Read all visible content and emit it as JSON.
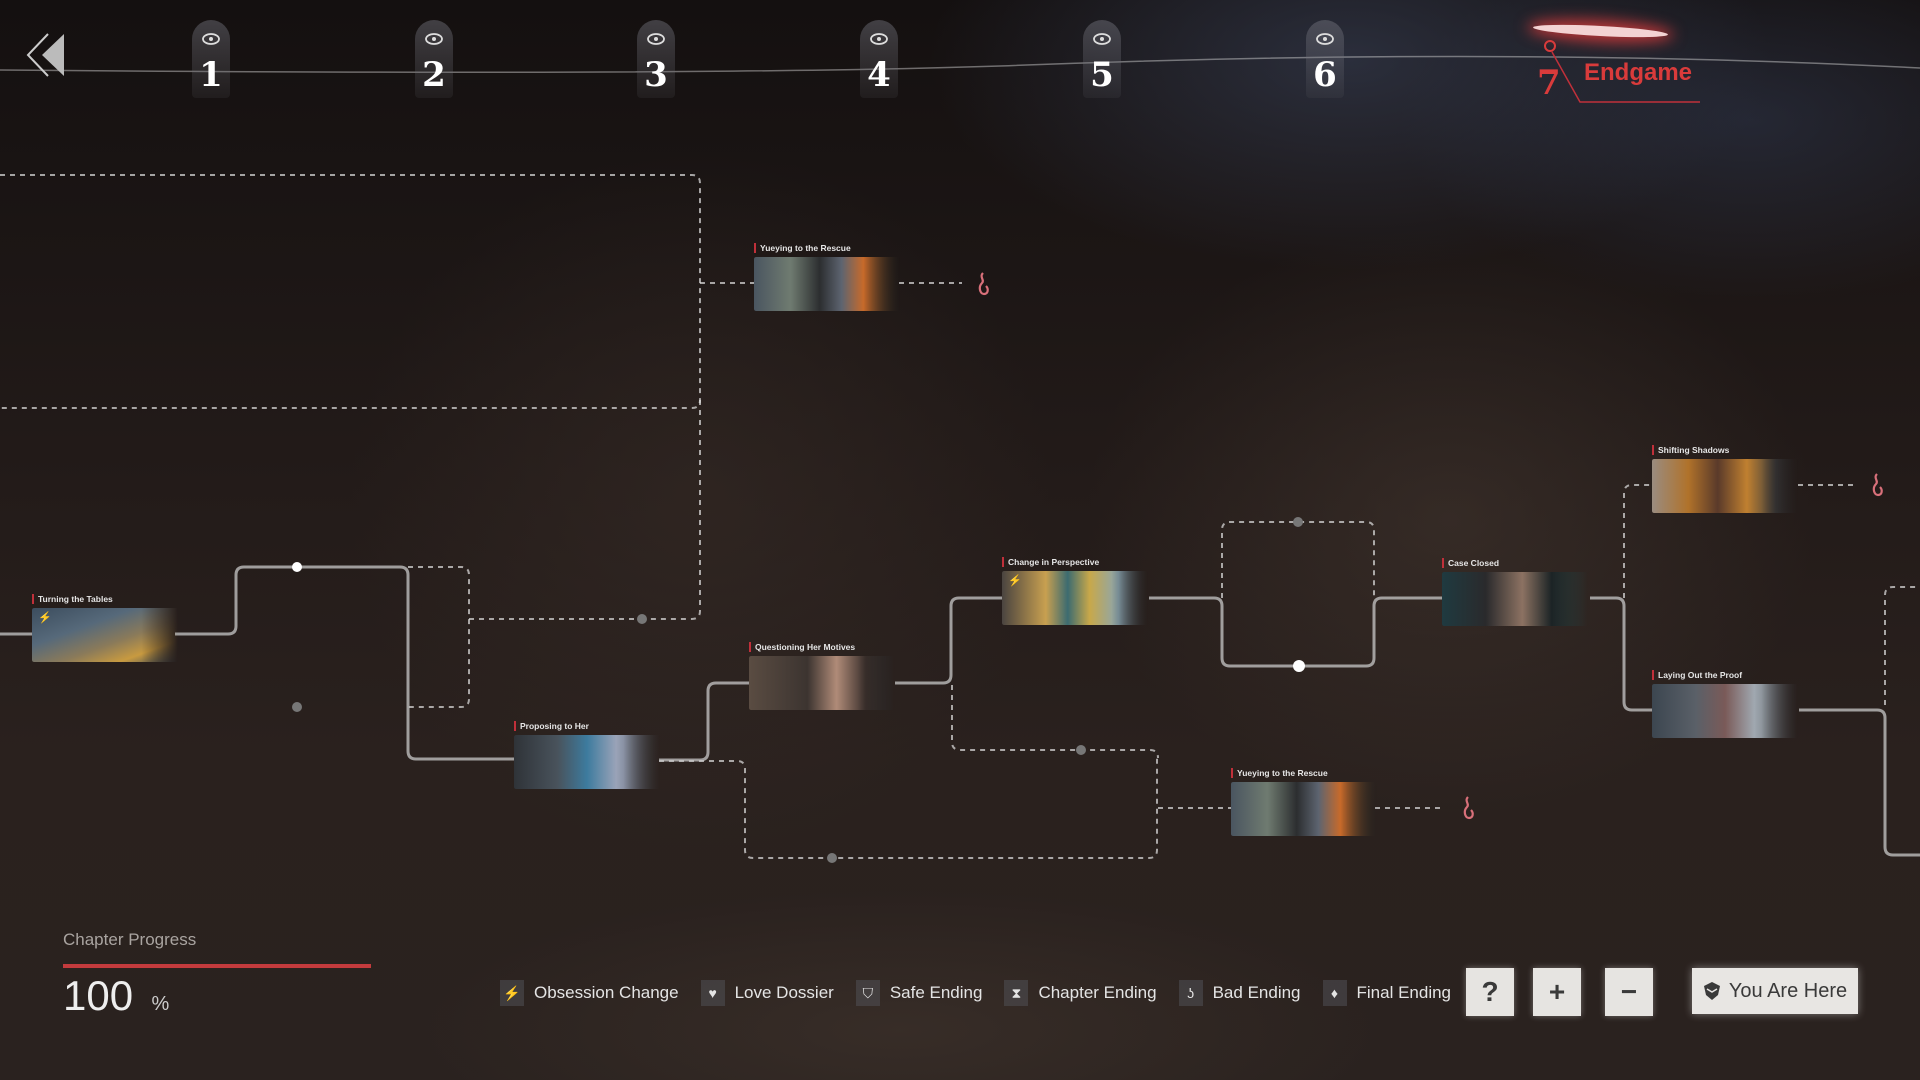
{
  "nav": {
    "back_icon": "double-chevron-left-icon",
    "chapters": [
      {
        "number": "1",
        "icon": "eye-icon"
      },
      {
        "number": "2",
        "icon": "eye-icon"
      },
      {
        "number": "3",
        "icon": "eye-icon"
      },
      {
        "number": "4",
        "icon": "eye-icon"
      },
      {
        "number": "5",
        "icon": "eye-icon"
      },
      {
        "number": "6",
        "icon": "eye-icon"
      }
    ],
    "current_chapter": {
      "number": "7",
      "label": "Endgame",
      "color": "#d93b3b"
    }
  },
  "nodes": [
    {
      "title": "Turning the Tables",
      "badge": "obsession-change-icon"
    },
    {
      "title": "Yueying to the Rescue",
      "badge": ""
    },
    {
      "title": "Proposing to Her",
      "badge": ""
    },
    {
      "title": "Questioning Her Motives",
      "badge": ""
    },
    {
      "title": "Change in Perspective",
      "badge": "obsession-change-icon"
    },
    {
      "title": "Yueying to the Rescue",
      "badge": ""
    },
    {
      "title": "Case Closed",
      "badge": ""
    },
    {
      "title": "Shifting Shadows",
      "badge": ""
    },
    {
      "title": "Laying Out the Proof",
      "badge": ""
    }
  ],
  "endings": [
    {
      "type": "bad-ending-icon"
    },
    {
      "type": "bad-ending-icon"
    },
    {
      "type": "bad-ending-icon"
    }
  ],
  "progress": {
    "label": "Chapter Progress",
    "value": "100",
    "unit": "%",
    "fraction": 1.0,
    "color": "#c33b3d"
  },
  "legend": [
    {
      "icon": "obsession-change-icon",
      "glyph": "⚡",
      "label": "Obsession Change"
    },
    {
      "icon": "love-dossier-icon",
      "glyph": "♥",
      "label": "Love Dossier"
    },
    {
      "icon": "safe-ending-icon",
      "glyph": "⛉",
      "label": "Safe Ending"
    },
    {
      "icon": "chapter-ending-icon",
      "glyph": "⧗",
      "label": "Chapter Ending"
    },
    {
      "icon": "bad-ending-icon",
      "glyph": "ʖ",
      "label": "Bad Ending"
    },
    {
      "icon": "final-ending-icon",
      "glyph": "♦",
      "label": "Final Ending"
    }
  ],
  "controls": {
    "help": "?",
    "zoom_in": "+",
    "zoom_out": "−",
    "you_are_here": "You Are Here"
  }
}
